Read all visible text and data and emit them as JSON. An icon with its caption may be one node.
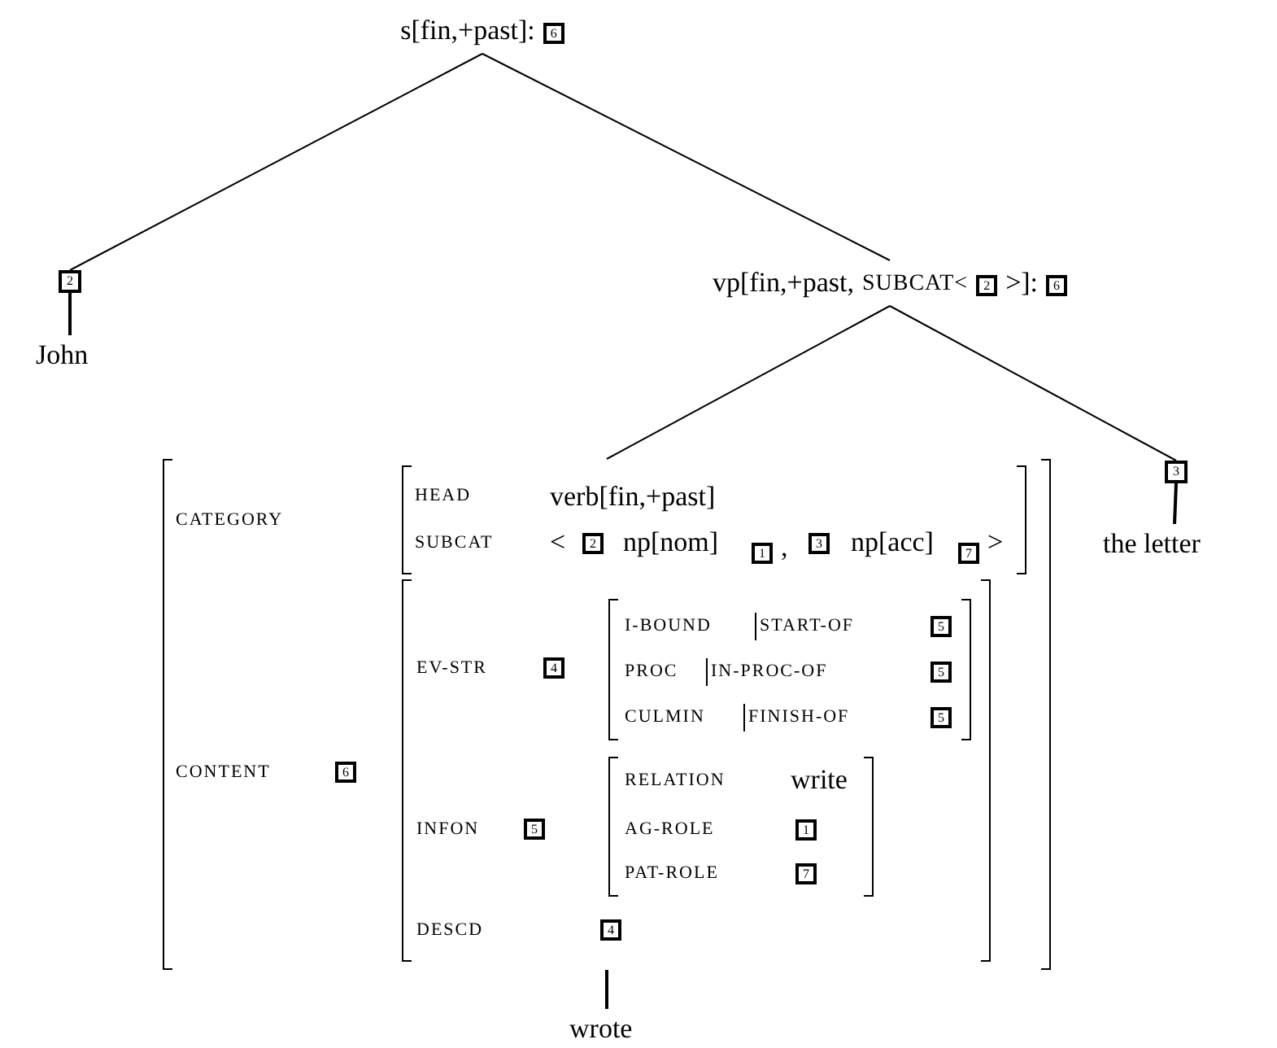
{
  "diagram": {
    "nodes": [
      {
        "text": [
          "s[fin,+past]:",
          "6"
        ]
      },
      {
        "text": [
          "2"
        ]
      },
      {
        "text": [
          "John"
        ]
      },
      {
        "text": [
          "vp[fin,+past,",
          "SUBCAT<",
          "2",
          ">]:",
          "6"
        ]
      },
      {
        "text": [
          "CATEGORY",
          "CONTENT"
        ]
      },
      {
        "text": [
          "HEAD",
          "verb[fin,+past]",
          "SUBCAT",
          "<",
          "2",
          "np[nom]",
          "1",
          ",",
          "3",
          "np[acc]",
          "7",
          ">"
        ],
        "in": 4
      },
      {
        "text": [
          "EV-STR",
          "INFON",
          "DESCD"
        ],
        "in": 4
      },
      {
        "text": [
          "I-BOUND",
          "START-OF",
          "5",
          "PROC",
          "IN-PROC-OF",
          "5",
          "CULMIN",
          "FINISH-OF",
          "5"
        ],
        "in": 6
      },
      {
        "text": [
          "RELATION",
          "write",
          "AG-ROLE",
          "1",
          "PAT-ROLE",
          "7"
        ],
        "in": 6
      },
      {
        "text": [
          "3"
        ]
      },
      {
        "text": [
          "the letter"
        ]
      },
      {
        "text": [
          "wrote"
        ]
      },
      {
        "text": [
          "6"
        ],
        "in": 4
      },
      {
        "text": [
          "4"
        ],
        "in": 6
      },
      {
        "text": [
          "5"
        ],
        "in": 6
      },
      {
        "text": [
          "4"
        ],
        "in": 6
      }
    ],
    "edges": [
      {
        "from": 0,
        "to": 1,
        "arrow": "none"
      },
      {
        "from": 0,
        "to": 3,
        "arrow": "none"
      },
      {
        "from": 1,
        "to": 2,
        "arrow": "none"
      },
      {
        "from": 3,
        "to": 4,
        "arrow": "none"
      },
      {
        "from": 3,
        "to": 9,
        "arrow": "none"
      },
      {
        "from": 9,
        "to": 10,
        "arrow": "none"
      },
      {
        "from": 4,
        "to": 11,
        "arrow": "none"
      }
    ]
  }
}
